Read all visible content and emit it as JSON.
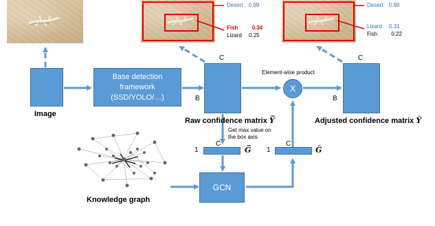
{
  "image_label": "Image",
  "base_detection": {
    "line1": "Base detection",
    "line2": "framework",
    "line3": "(SSD/YOLO/…)"
  },
  "raw_matrix": {
    "label": "Raw confidence matrix ",
    "symbol": "Y̅",
    "dim_c": "C",
    "dim_b": "B"
  },
  "adjusted_matrix": {
    "label": "Adjusted confidence matrix ",
    "symbol": "Ŷ",
    "dim_c": "C",
    "dim_b": "B"
  },
  "product": {
    "label": "Element-wise product",
    "symbol": "X"
  },
  "max_note": {
    "line1": "Get max value on",
    "line2": "the box axis"
  },
  "g_bar": {
    "dim_1": "1",
    "dim_c": "C",
    "symbol": "G̅"
  },
  "g_hat": {
    "dim_1": "1",
    "dim_c": "C",
    "symbol": "Ĝ"
  },
  "gcn_label": "GCN",
  "knowledge_graph_label": "Knowledge graph",
  "raw_scores": {
    "desert": {
      "name": "Desert",
      "value": "0.99"
    },
    "fish": {
      "name": "Fish",
      "value": "0.34"
    },
    "lizard": {
      "name": "Lizard",
      "value": "0.25"
    }
  },
  "adjusted_scores": {
    "desert": {
      "name": "Desert",
      "value": "0.99"
    },
    "lizard": {
      "name": "Lizard",
      "value": "0.31"
    },
    "fish": {
      "name": "Fish",
      "value": "0.22"
    }
  },
  "colors": {
    "block": "#5b9bd5",
    "block_border": "#41719c",
    "box_red": "#e00000",
    "score_blue": "#2e75b6",
    "score_red": "#e00000"
  }
}
